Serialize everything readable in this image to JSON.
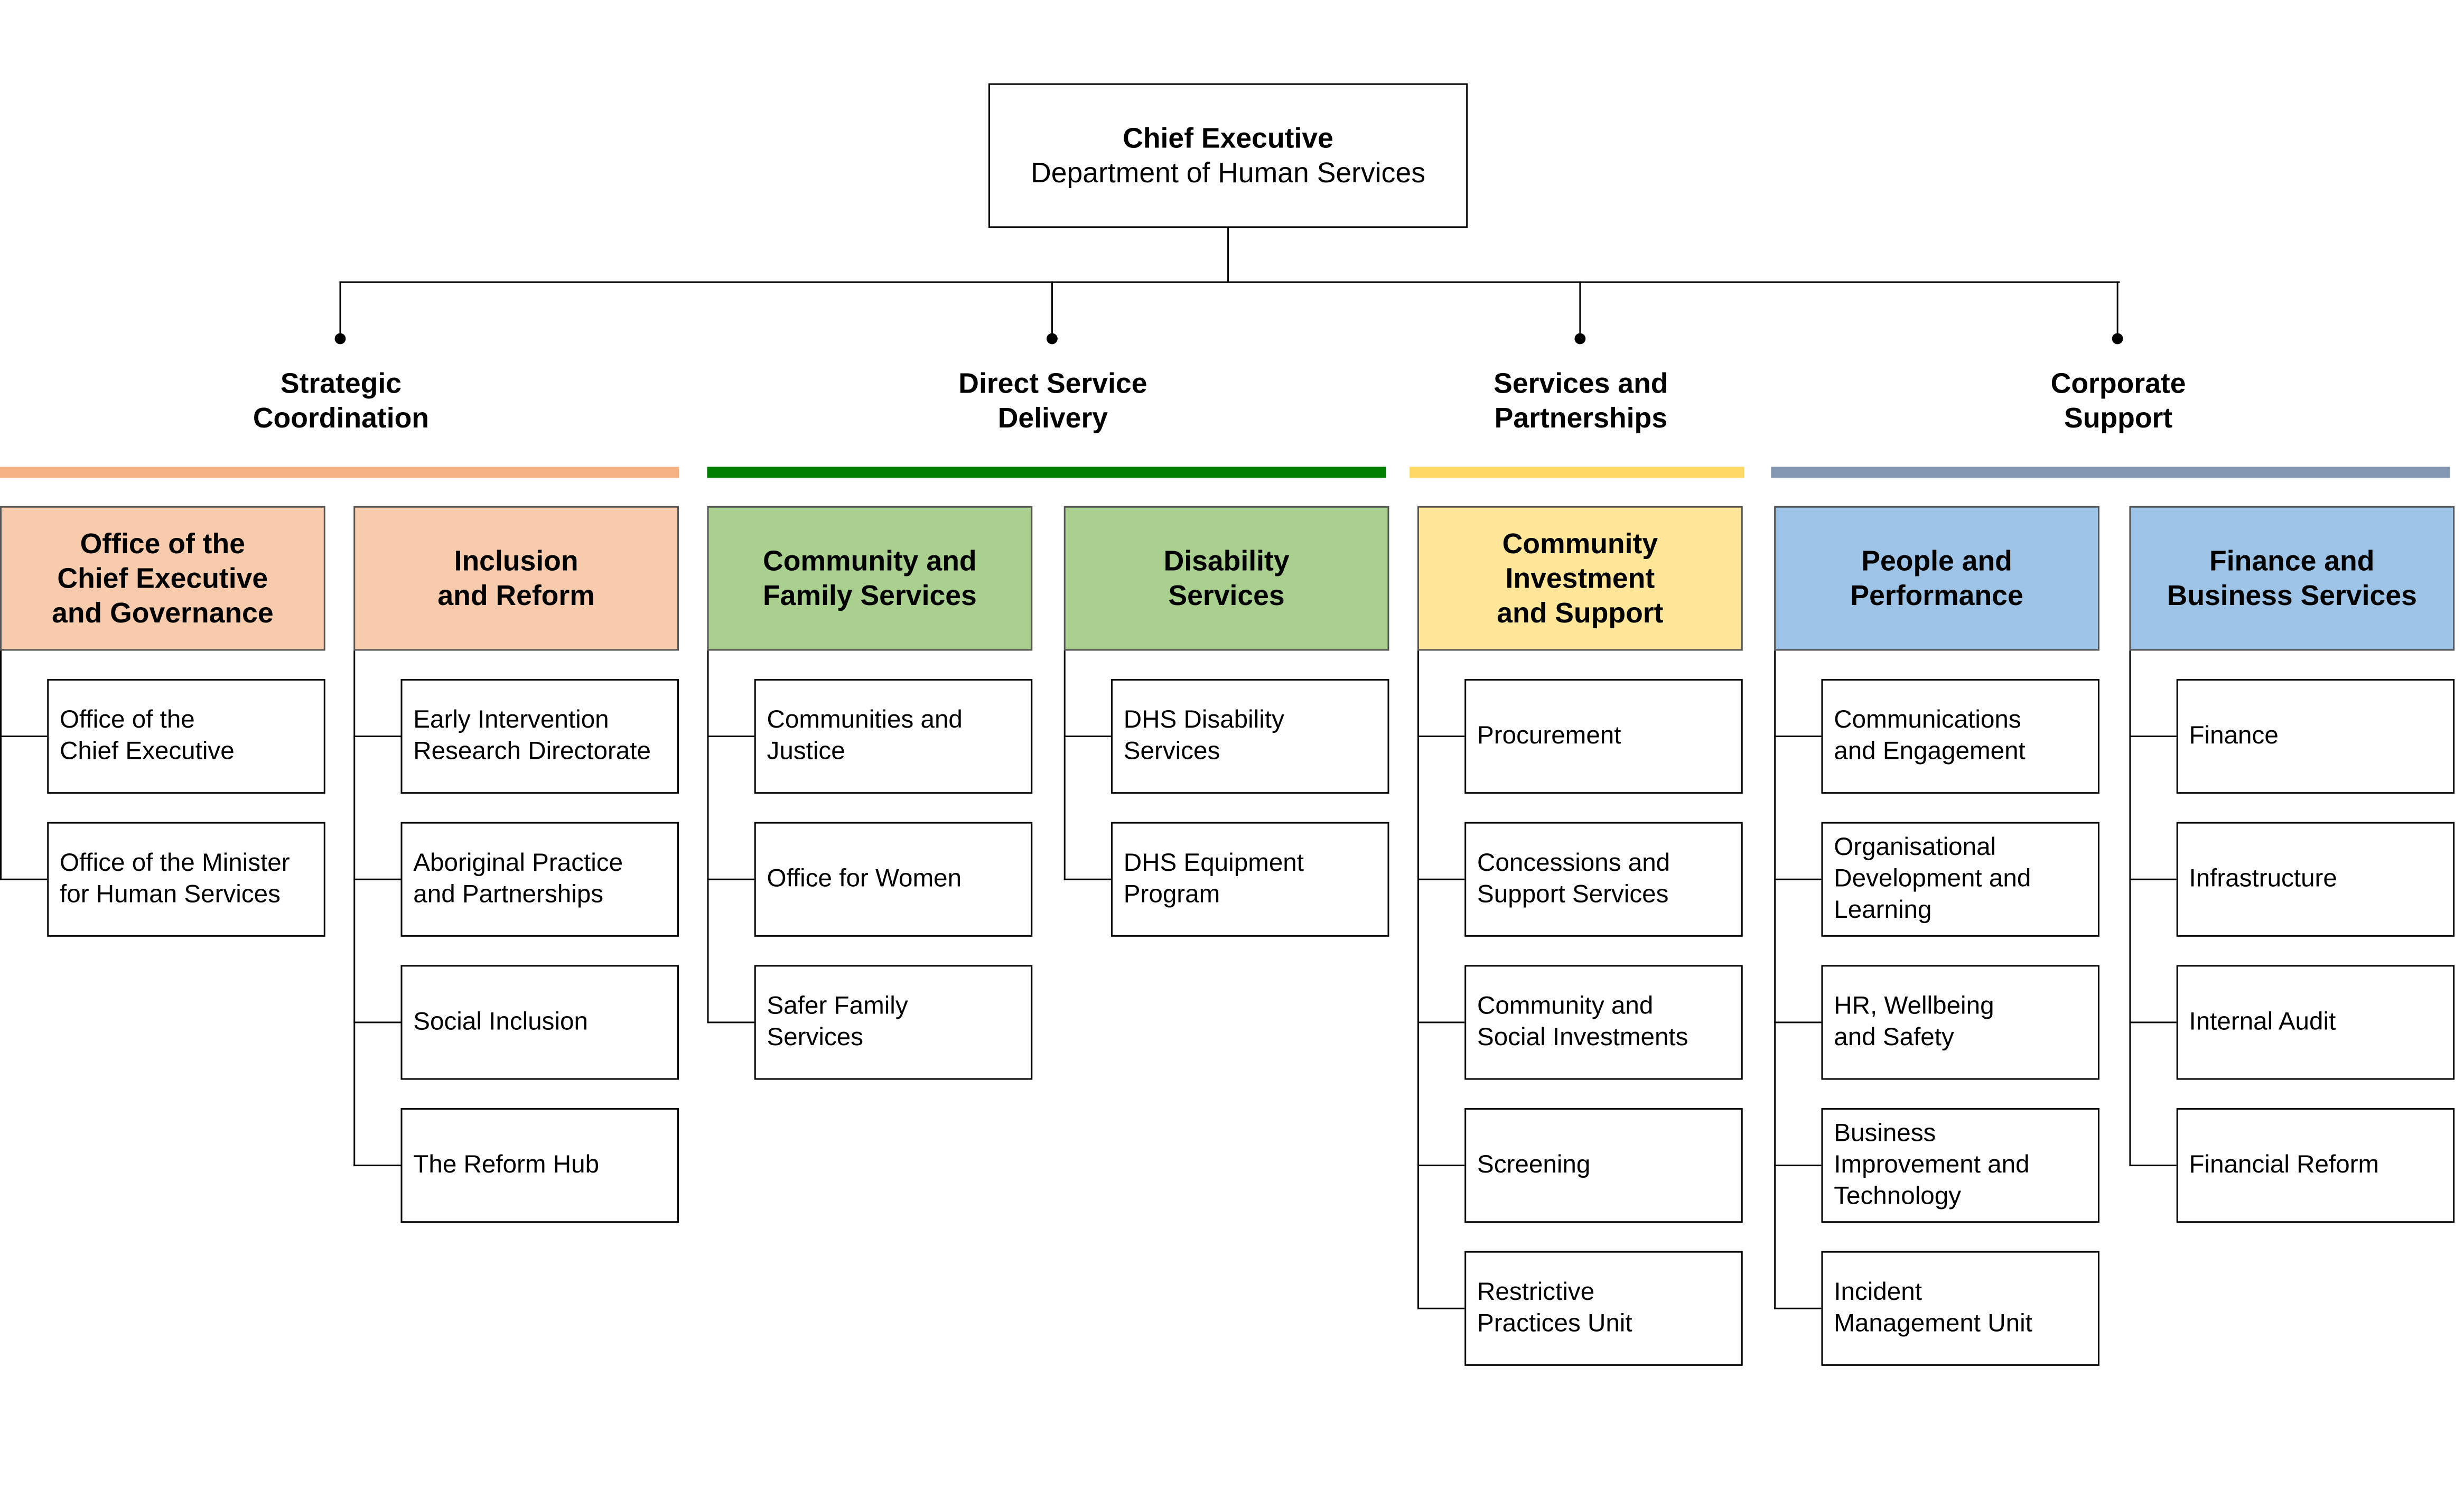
{
  "chief": {
    "title": "Chief Executive",
    "subtitle": "Department of Human Services"
  },
  "groups": [
    {
      "title": "Strategic\nCoordination",
      "color": "#F4B183"
    },
    {
      "title": "Direct Service\nDelivery",
      "color": "#008000"
    },
    {
      "title": "Services and\nPartnerships",
      "color": "#FFD966"
    },
    {
      "title": "Corporate\nSupport",
      "color": "#8497B0"
    }
  ],
  "divisions": [
    {
      "title": "Office of the\nChief Executive\nand Governance",
      "color": "#F8CBAD",
      "units": [
        "Office of the\nChief Executive",
        "Office of the Minister\nfor Human Services"
      ]
    },
    {
      "title": "Inclusion\nand Reform",
      "color": "#F8CBAD",
      "units": [
        "Early Intervention\nResearch Directorate",
        "Aboriginal Practice\nand Partnerships",
        "Social Inclusion",
        "The Reform Hub"
      ]
    },
    {
      "title": "Community and\nFamily Services",
      "color": "#A9D08E",
      "units": [
        "Communities and\nJustice",
        "Office for Women",
        "Safer Family\nServices"
      ]
    },
    {
      "title": "Disability\nServices",
      "color": "#A9D08E",
      "units": [
        "DHS Disability\nServices",
        "DHS Equipment\nProgram"
      ]
    },
    {
      "title": "Community\nInvestment\nand Support",
      "color": "#FFE699",
      "units": [
        "Procurement",
        "Concessions and\nSupport Services",
        "Community and\nSocial Investments",
        "Screening",
        "Restrictive\nPractices Unit"
      ]
    },
    {
      "title": "People and\nPerformance",
      "color": "#9DC3E6",
      "units": [
        "Communications\nand Engagement",
        "Organisational\nDevelopment and\nLearning",
        "HR, Wellbeing\nand Safety",
        "Business\nImprovement and\nTechnology",
        "Incident\nManagement Unit"
      ]
    },
    {
      "title": "Finance and\nBusiness Services",
      "color": "#9DC3E6",
      "units": [
        "Finance",
        "Infrastructure",
        "Internal Audit",
        "Financial Reform"
      ]
    }
  ]
}
